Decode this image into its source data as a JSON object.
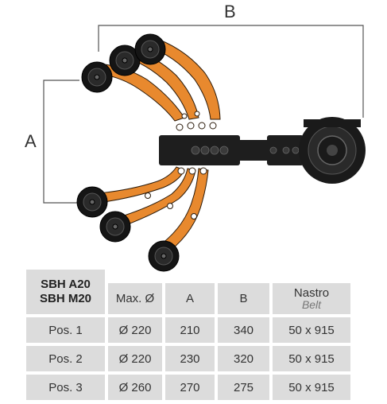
{
  "dimensions": {
    "a_label": "A",
    "b_label": "B"
  },
  "table": {
    "model_line1": "SBH  A20",
    "model_line2": "SBH  M20",
    "headers": {
      "max_diameter": "Max. Ø",
      "a": "A",
      "b": "B",
      "belt_line1": "Nastro",
      "belt_line2": "Belt"
    },
    "rows": [
      {
        "pos": "Pos. 1",
        "dia": "Ø 220",
        "a": "210",
        "b": "340",
        "belt": "50 x 915"
      },
      {
        "pos": "Pos. 2",
        "dia": "Ø 220",
        "a": "230",
        "b": "320",
        "belt": "50 x 915"
      },
      {
        "pos": "Pos. 3",
        "dia": "Ø 260",
        "a": "270",
        "b": "275",
        "belt": "50 x 915"
      }
    ]
  },
  "colors": {
    "arm_orange": "#e8892e",
    "wheel_black": "#1a1a1a",
    "cell_gray": "#dcdcdc"
  }
}
